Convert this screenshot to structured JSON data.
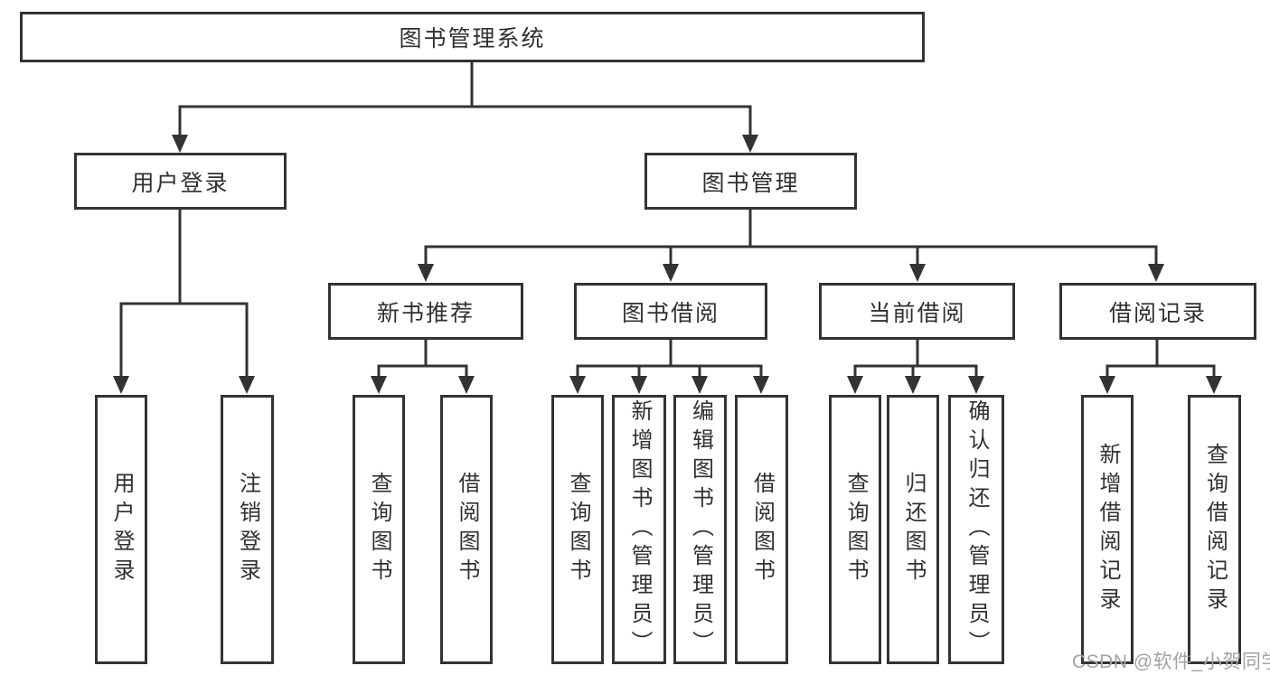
{
  "diagram": {
    "type": "hierarchy-tree",
    "root": {
      "label": "图书管理系统"
    },
    "level2": [
      {
        "label": "用户登录"
      },
      {
        "label": "图书管理"
      }
    ],
    "level3": [
      {
        "label": "新书推荐"
      },
      {
        "label": "图书借阅"
      },
      {
        "label": "当前借阅"
      },
      {
        "label": "借阅记录"
      }
    ],
    "leaves": {
      "user": [
        "用户登录",
        "注销登录"
      ],
      "recommend": [
        "查询图书",
        "借阅图书"
      ],
      "borrow": [
        "查询图书",
        "新增图书（管理员）",
        "编辑图书（管理员）",
        "借阅图书"
      ],
      "current": [
        "查询图书",
        "归还图书",
        "确认归还（管理员）"
      ],
      "records": [
        "新增借阅记录",
        "查询借阅记录"
      ]
    },
    "watermark": "CSDN @软件_小贺同学",
    "colors": {
      "line": "#333333",
      "text": "#303030",
      "background": "#ffffff",
      "watermark": "#a3a3a3"
    }
  }
}
